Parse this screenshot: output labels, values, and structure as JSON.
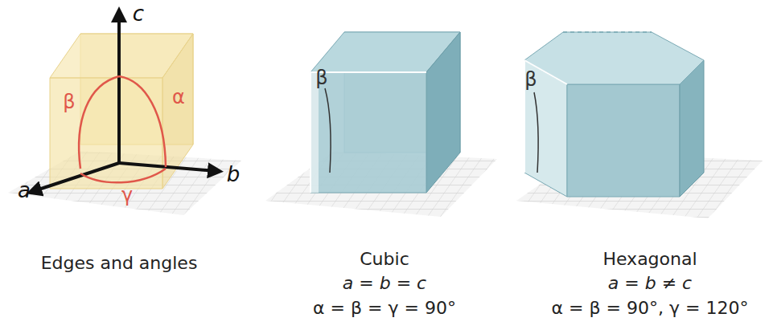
{
  "diagram": {
    "labels": [
      "c",
      "β",
      "α",
      "a",
      "γ",
      "b",
      "Edges and angles",
      "β",
      "Cubic",
      "a = b = c",
      "α = β = γ = 90°",
      "β",
      "Hexagonal",
      "a = b ≠ c",
      "α = β = 90°, γ = 120°"
    ]
  }
}
